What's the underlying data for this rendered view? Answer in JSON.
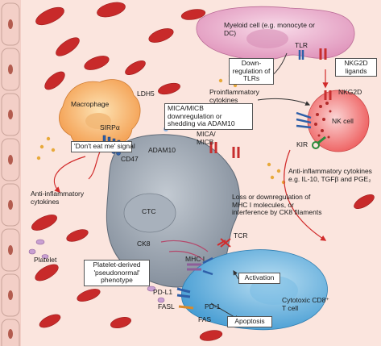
{
  "cells": {
    "macrophage": "Macrophage",
    "myeloid": "Myeloid cell (e.g. monocyte or DC)",
    "nk": "NK cell",
    "ctc": "CTC",
    "tcell": "Cytotoxic CD8⁺ T cell",
    "platelet": "Platelet"
  },
  "molecules": {
    "sirpa": "SIRPα",
    "cd47": "CD47",
    "ldh5": "LDH5",
    "adam10": "ADAM10",
    "mica": "MICA/ MICB",
    "kir": "KIR",
    "nkg2d_receptor": "NKG2D",
    "nkg2d_ligands": "NKG2D ligands",
    "tlr": "TLR",
    "ck8": "CK8",
    "mhc1": "MHC I",
    "tcr": "TCR",
    "pdl1": "PD-L1",
    "pd1": "PD-1",
    "fasl": "FASL",
    "fas": "FAS"
  },
  "annotations": {
    "dont_eat_me": "'Don't eat me' signal",
    "anti_inflammatory": "Anti-inflammatory cytokines",
    "downregulation_tlrs": "Down- regulation of TLRs",
    "proinflammatory": "Proinflammatory cytokines",
    "mica_shedding": "MICA/MICB downregulation or shedding via ADAM10",
    "anti_inflammatory_list": "Anti-inflammatory cytokines e.g. IL-10, TGFβ and PGE₂",
    "mhc_loss": "Loss or downregulation of MHC I molecules, or interference by CK8 filaments",
    "platelet_phenotype": "Platelet-derived 'pseudonormal' phenotype",
    "activation": "Activation",
    "apoptosis": "Apoptosis"
  },
  "colors": {
    "vessel_wall": "#f5d9d3",
    "lumen": "#fbe6df",
    "rbc": "#c92a2a",
    "macrophage": "#f6a35a",
    "myeloid": "#e8a0c4",
    "nk": "#f06b6b",
    "ctc": "#8f9aa8",
    "tcell": "#4aa3d8",
    "platelet": "#b98cc4"
  }
}
